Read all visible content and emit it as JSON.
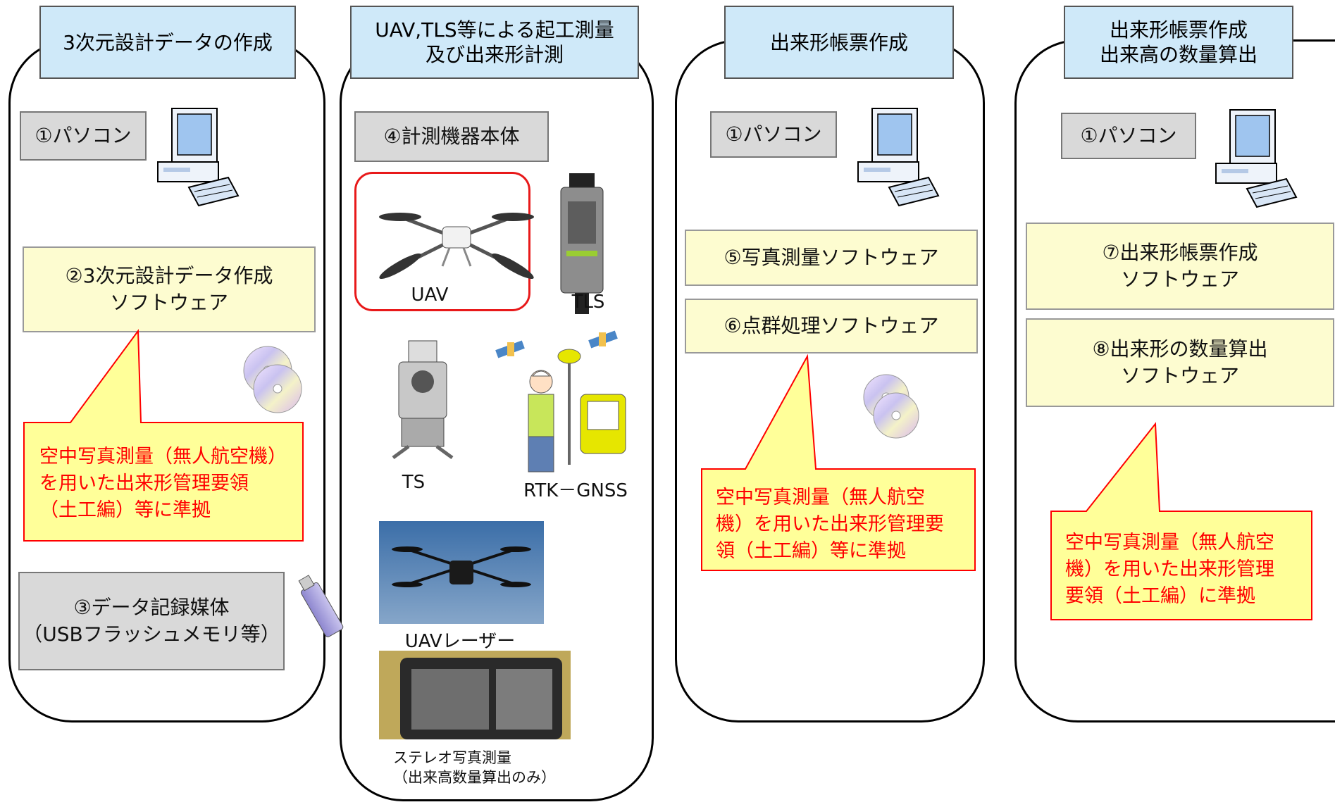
{
  "columns": [
    {
      "title": "3次元設計データの作成",
      "pc_label": "①パソコン",
      "software_label_line1": "②3次元設計データ作成",
      "software_label_line2": "ソフトウェア",
      "callout_lines": [
        "空中写真測量（無人航空機）",
        "を用いた出来形管理要領",
        "（土工編）等に準拠"
      ],
      "media_line1": "③データ記録媒体",
      "media_line2": "（USBフラッシュメモリ等）"
    },
    {
      "title_line1": "UAV,TLS等による起工測量",
      "title_line2": "及び出来形計測",
      "device_label": "④計測機器本体",
      "uav": "UAV",
      "tls": "TLS",
      "ts": "TS",
      "rtk": "RTK－GNSS",
      "uav_laser": "UAVレーザー",
      "stereo_line1": "ステレオ写真測量",
      "stereo_line2": "（出来高数量算出のみ）"
    },
    {
      "title": "出来形帳票作成",
      "pc_label": "①パソコン",
      "photo_software": "⑤写真測量ソフトウェア",
      "pointcloud_software": "⑥点群処理ソフトウェア",
      "callout_lines": [
        "空中写真測量（無人航空",
        "機）を用いた出来形管理要",
        "領（土工編）等に準拠"
      ]
    },
    {
      "title_line1": "出来形帳票作成",
      "title_line2": "出来高の数量算出",
      "pc_label": "①パソコン",
      "form_software_line1": "⑦出来形帳票作成",
      "form_software_line2": "ソフトウェア",
      "quantity_software_line1": "⑧出来形の数量算出",
      "quantity_software_line2": "ソフトウェア",
      "callout_lines": [
        "空中写真測量（無人航空",
        "機）を用いた出来形管理",
        "要領（土工編）に準拠"
      ]
    }
  ],
  "icons": {
    "pc": "computer-icon",
    "cd": "cd-disc-icon",
    "usb": "usb-stick-icon",
    "satellite": "satellite-icon"
  },
  "colors": {
    "title_bg": "#cfe9f9",
    "gray_box": "#d9d9d9",
    "yellow_box": "#fdfcd0",
    "callout_bg": "#ffff99",
    "callout_border": "#ff0000",
    "callout_text": "#ff0000",
    "uav_highlight": "#e8191a"
  }
}
